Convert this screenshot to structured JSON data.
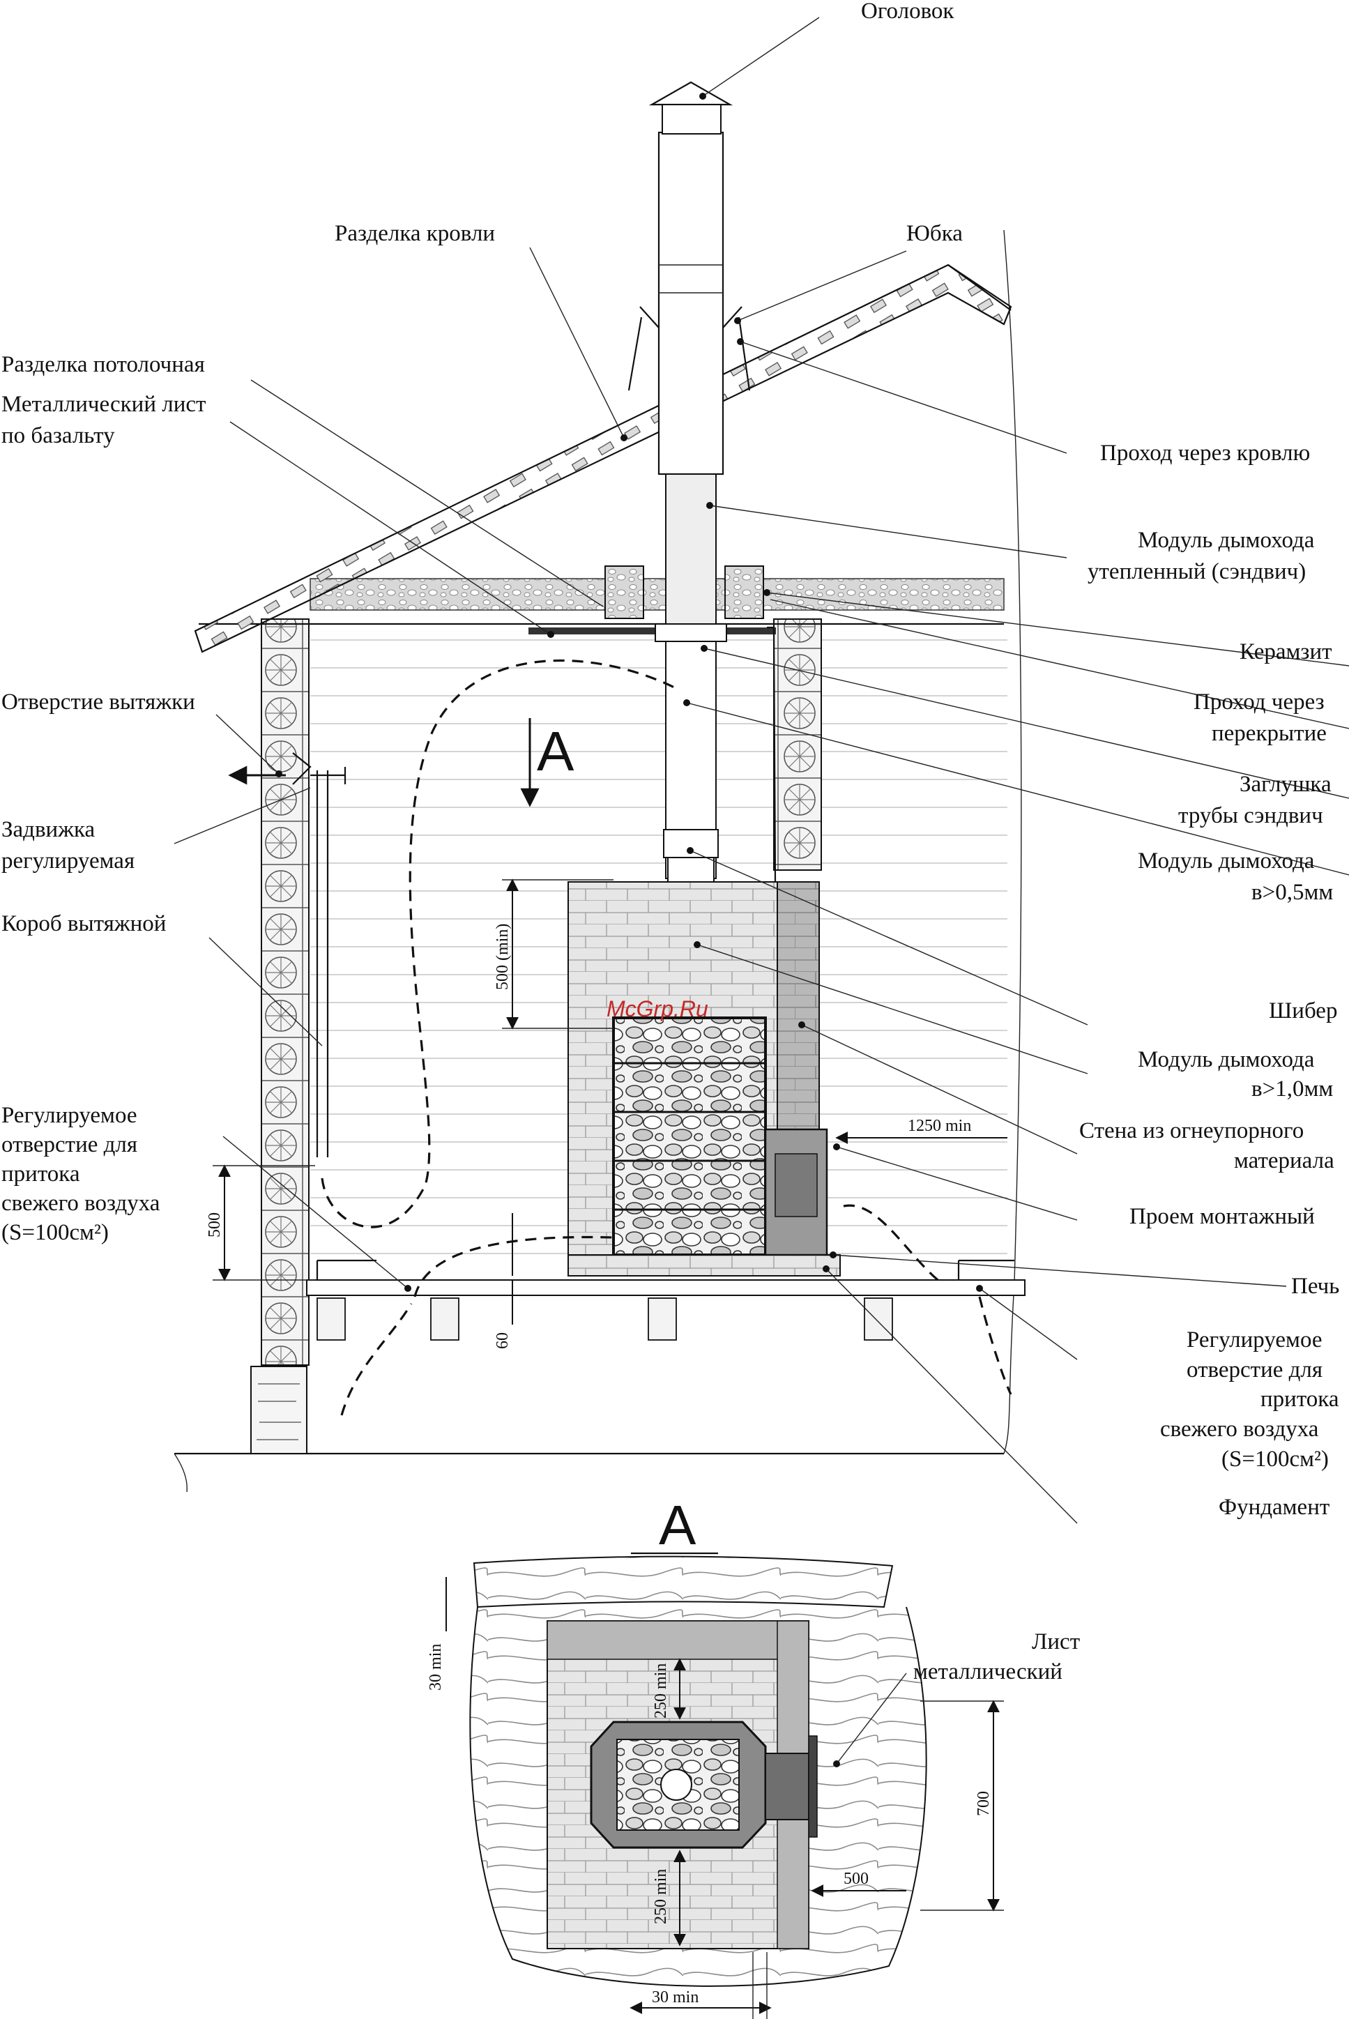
{
  "labels": {
    "ogolovok": "Оголовок",
    "razdelka_krovli": "Разделка кровли",
    "yubka": "Юбка",
    "razdelka_potolochnaya": "Разделка потолочная",
    "metall_list_1": "Металлический лист",
    "metall_list_2": "по базальту",
    "prohod_krovlyu": "Проход через кровлю",
    "modul_uteplenny_1": "Модуль дымохода",
    "modul_uteplenny_2": "утепленный (сэндвич)",
    "keramzit": "Керамзит",
    "prohod_perekrytie_1": "Проход через",
    "prohod_perekrytie_2": "перекрытие",
    "otverstie_vytyazhki": "Отверстие вытяжки",
    "zaglushka_1": "Заглушка",
    "zaglushka_2": "трубы сэндвич",
    "zadvizhka_1": "Задвижка",
    "zadvizhka_2": "регулируемая",
    "modul_05_1": "Модуль дымохода",
    "modul_05_2": "в>0,5мм",
    "korob": "Короб вытяжной",
    "shiber": "Шибер",
    "modul_10_1": "Модуль дымохода",
    "modul_10_2": "в>1,0мм",
    "regul_left_1": "Регулируемое",
    "regul_left_2": "отверстие для",
    "regul_left_3": "притока",
    "regul_left_4": "свежего воздуха",
    "regul_left_5": "(S=100см²)",
    "stena_1": "Стена из огнеупорного",
    "stena_2": "материала",
    "proem": "Проем монтажный",
    "pech": "Печь",
    "regul_right_1": "Регулируемое",
    "regul_right_2": "отверстие для",
    "regul_right_3": "притока",
    "regul_right_4": "свежего воздуха",
    "regul_right_5": "(S=100см²)",
    "fundament": "Фундамент",
    "list_metall_1": "Лист",
    "list_metall_2": "металлический"
  },
  "dimensions": {
    "d500_min": "500  (min)",
    "d1250": "1250 min",
    "d500": "500",
    "d60": "60",
    "d30_top": "30 min",
    "d250_top": "250 min",
    "d250_bottom": "250 min",
    "d700": "700",
    "d500_plan": "500",
    "d30_bottom": "30 min"
  },
  "section_marks": {
    "section_arrow": "A",
    "plan_title": "A"
  },
  "watermark": "McGrp.Ru"
}
